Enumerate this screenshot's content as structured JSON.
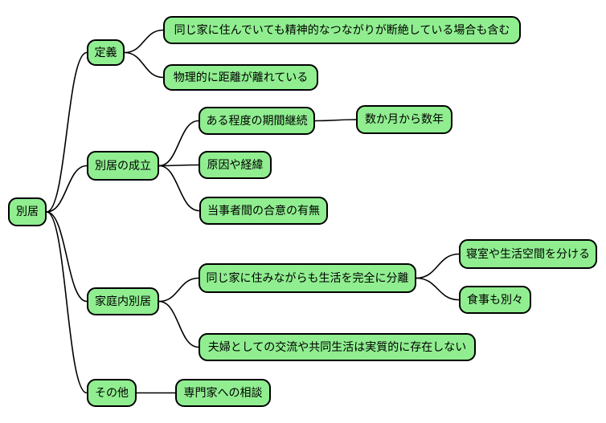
{
  "mindmap": {
    "type": "mindmap",
    "colors": {
      "node_fill": "#90EE90",
      "node_border": "#000000",
      "edge_color": "#000000",
      "background": "#FFFFFF",
      "text": "#000000"
    },
    "root": {
      "label": "別居"
    },
    "branches": [
      {
        "label": "定義",
        "children": [
          {
            "label": "同じ家に住んでいても精神的なつながりが断絶している場合も含む"
          },
          {
            "label": "物理的に距離が離れている"
          }
        ]
      },
      {
        "label": "別居の成立",
        "children": [
          {
            "label": "ある程度の期間継続",
            "children": [
              {
                "label": "数か月から数年"
              }
            ]
          },
          {
            "label": "原因や経緯"
          },
          {
            "label": "当事者間の合意の有無"
          }
        ]
      },
      {
        "label": "家庭内別居",
        "children": [
          {
            "label": "同じ家に住みながらも生活を完全に分離",
            "children": [
              {
                "label": "寝室や生活空間を分ける"
              },
              {
                "label": "食事も別々"
              }
            ]
          },
          {
            "label": "夫婦としての交流や共同生活は実質的に存在しない"
          }
        ]
      },
      {
        "label": "その他",
        "children": [
          {
            "label": "専門家への相談"
          }
        ]
      }
    ]
  }
}
